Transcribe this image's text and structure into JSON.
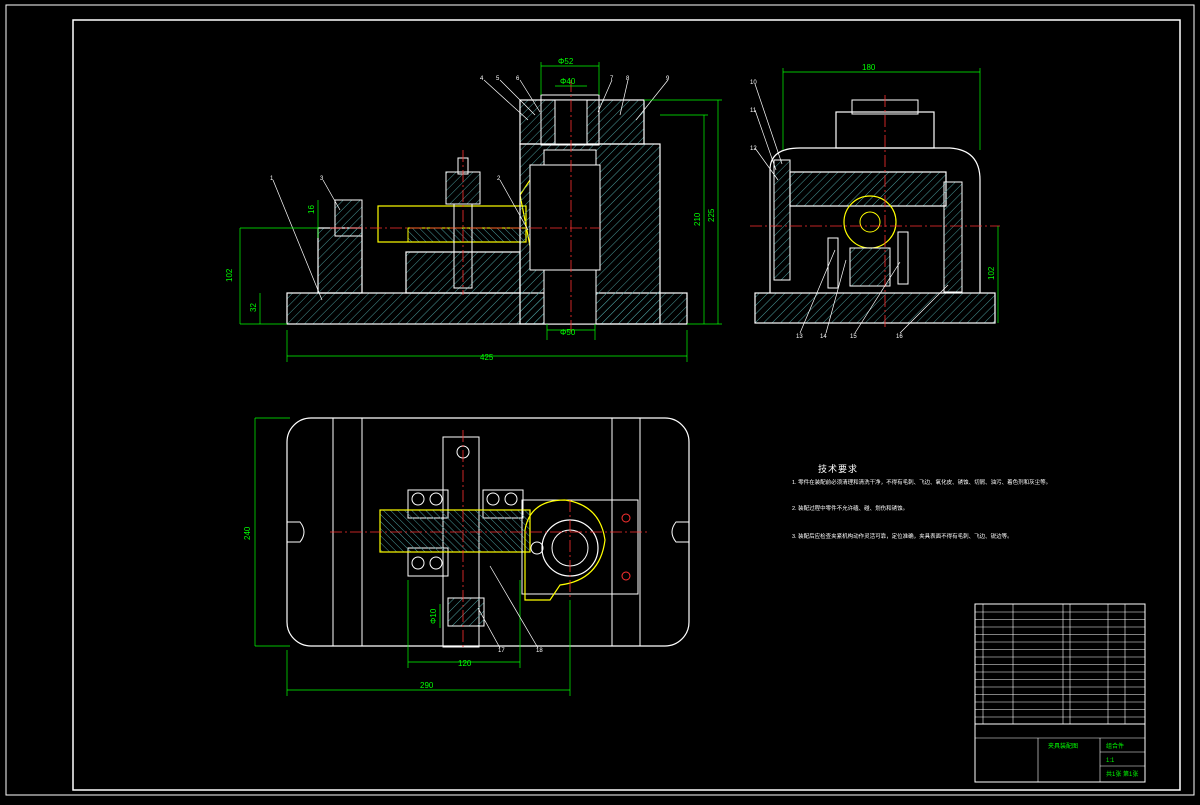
{
  "drawing": {
    "front_view_dims": {
      "overall_length": "425",
      "height_total": "225",
      "height_2": "210",
      "base_height": "32",
      "center_height": "102",
      "phi_top": "Φ52",
      "phi_inner": "Φ40",
      "phi_bottom": "Φ50",
      "left_dim": "16"
    },
    "side_view_dims": {
      "width": "180",
      "center_height": "102"
    },
    "top_view_dims": {
      "width": "240",
      "length": "290",
      "span": "120",
      "pin_dim": "Φ10"
    },
    "balloons_front": [
      "4",
      "5",
      "6",
      "7",
      "8",
      "9",
      "1",
      "3",
      "2"
    ],
    "balloons_side": [
      "10",
      "11",
      "12",
      "13",
      "14",
      "15",
      "16"
    ],
    "balloons_top": [
      "17",
      "18"
    ],
    "tech_notes_title": "技术要求",
    "tech_notes": [
      "1. 零件在装配前必须清理和清洗干净，不得有毛刺、飞边、氧化皮、锈蚀、切屑、油污、着色剂和灰尘等。",
      "2. 装配过程中零件不允许磕、碰、划伤和锈蚀。",
      "3. 装配后应检查夹紧机构动作灵活可靠，定位准确，夹具表面不得有毛刺、飞边、锐边等。"
    ],
    "title_block": {
      "drawing_name": "夹具装配图",
      "material": "组合件",
      "scale": "1:1",
      "sheet": "共1张 第1张"
    }
  }
}
